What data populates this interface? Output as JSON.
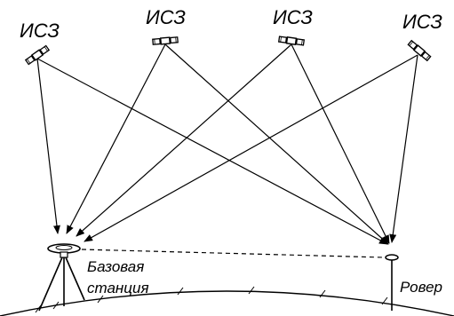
{
  "satellites": [
    {
      "label": "ИСЗ",
      "icon": "satellite-icon"
    },
    {
      "label": "ИСЗ",
      "icon": "satellite-icon"
    },
    {
      "label": "ИСЗ",
      "icon": "satellite-icon"
    },
    {
      "label": "ИСЗ",
      "icon": "satellite-icon"
    }
  ],
  "base_station": {
    "label_line1": "Базовая",
    "label_line2": "станция",
    "icon": "tripod-receiver-icon"
  },
  "rover": {
    "label": "Ровер",
    "icon": "rover-antenna-icon"
  },
  "colors": {
    "ink": "#000000",
    "background": "#ffffff"
  }
}
